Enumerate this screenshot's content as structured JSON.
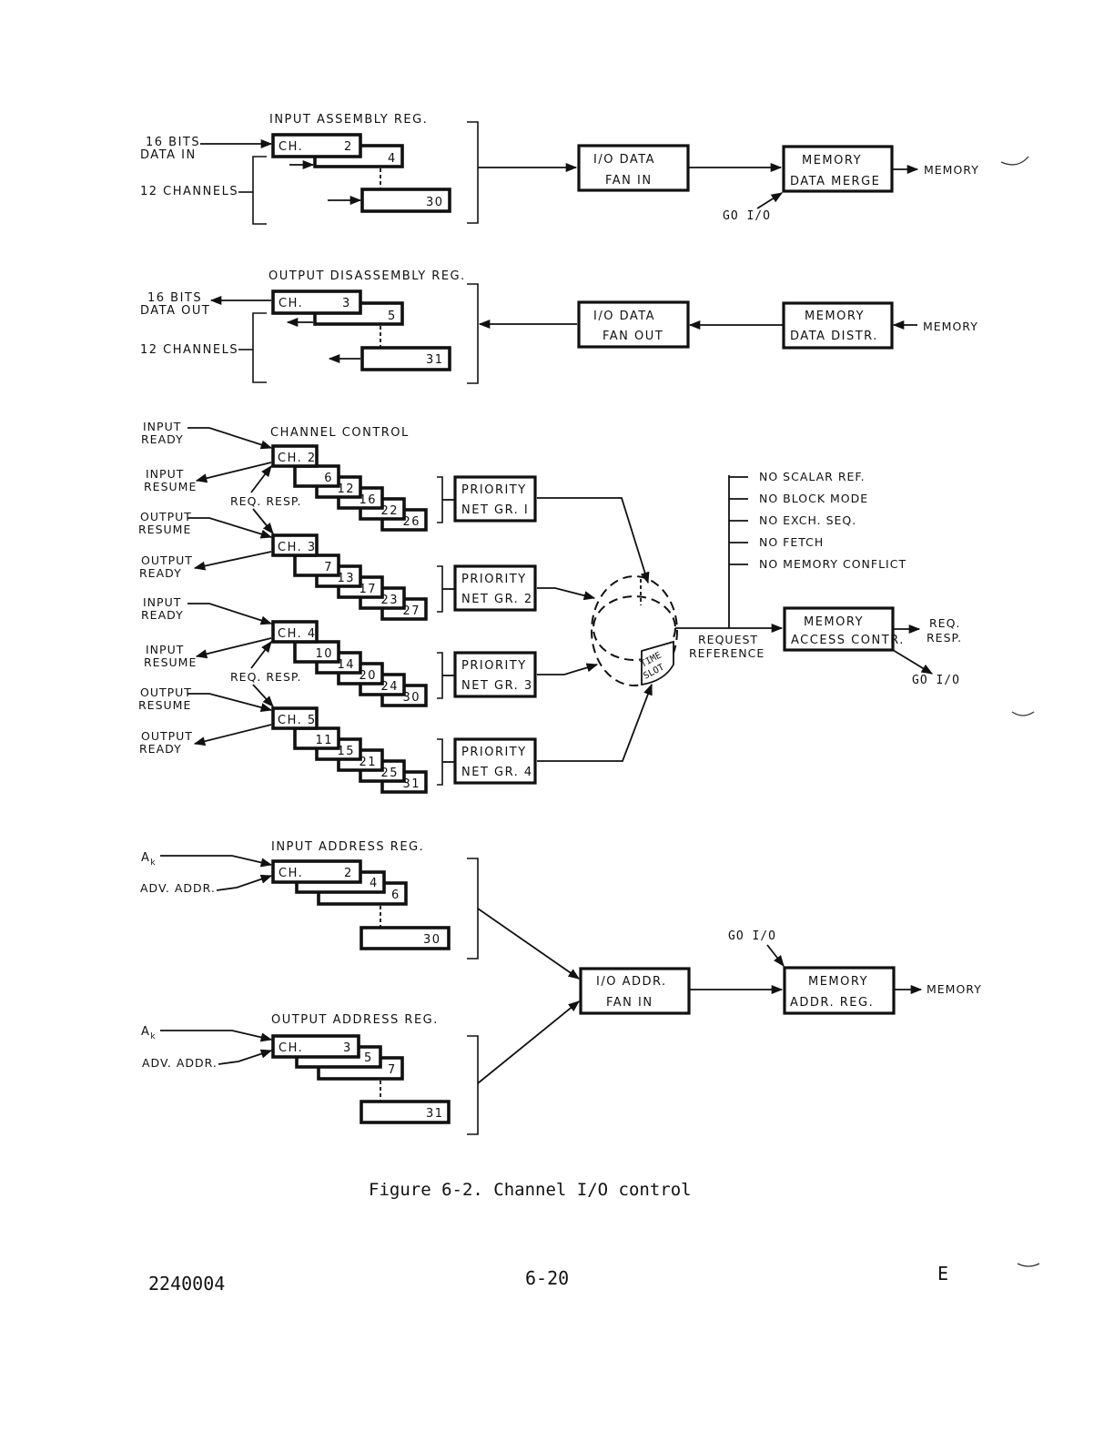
{
  "figure": {
    "caption": "Figure 6-2.  Channel I/O control",
    "footer": {
      "doc_number": "2240004",
      "page_number": "6-20",
      "revision": "E"
    }
  },
  "input_assembly": {
    "title": "INPUT ASSEMBLY REG.",
    "input_label_line1": "16 BITS",
    "input_label_line2": "DATA IN",
    "channels_label": "12 CHANNELS",
    "registers": [
      {
        "prefix": "CH.",
        "number": "2"
      },
      {
        "prefix": "",
        "number": "4"
      },
      {
        "prefix": "",
        "number": "30"
      }
    ],
    "fan_block": {
      "line1": "I/O  DATA",
      "line2": "FAN  IN"
    },
    "memory_block": {
      "line1": "MEMORY",
      "line2": "DATA  MERGE"
    },
    "go_label": "GO I/O",
    "output_label": "MEMORY"
  },
  "output_disassembly": {
    "title": "OUTPUT DISASSEMBLY REG.",
    "output_label_line1": "16 BITS",
    "output_label_line2": "DATA OUT",
    "channels_label": "12 CHANNELS",
    "registers": [
      {
        "prefix": "CH.",
        "number": "3"
      },
      {
        "prefix": "",
        "number": "5"
      },
      {
        "prefix": "",
        "number": "31"
      }
    ],
    "fan_block": {
      "line1": "I/O  DATA",
      "line2": "FAN  OUT"
    },
    "memory_block": {
      "line1": "MEMORY",
      "line2": "DATA  DISTR."
    },
    "input_label": "MEMORY"
  },
  "channel_control": {
    "title": "CHANNEL CONTROL",
    "signal_labels": {
      "input_ready": [
        "INPUT",
        "READY"
      ],
      "input_resume": [
        "INPUT",
        "RESUME"
      ],
      "output_resume": [
        "OUTPUT",
        "RESUME"
      ],
      "output_ready": [
        "OUTPUT",
        "READY"
      ],
      "req_resp": "REQ. RESP."
    },
    "groups": [
      {
        "first": "CH. 2",
        "steps": [
          "6",
          "12",
          "16",
          "22",
          "26"
        ],
        "priority": [
          "PRIORITY",
          "NET  GR. I"
        ]
      },
      {
        "first": "CH. 3",
        "steps": [
          "7",
          "13",
          "17",
          "23",
          "27"
        ],
        "priority": [
          "PRIORITY",
          "NET  GR. 2"
        ]
      },
      {
        "first": "CH. 4",
        "steps": [
          "10",
          "14",
          "20",
          "24",
          "30"
        ],
        "priority": [
          "PRIORITY",
          "NET  GR. 3"
        ]
      },
      {
        "first": "CH. 5",
        "steps": [
          "11",
          "15",
          "21",
          "25",
          "31"
        ],
        "priority": [
          "PRIORITY",
          "NET  GR. 4"
        ]
      }
    ],
    "time_slot_label": [
      "TIME",
      "SLOT"
    ],
    "conditions": [
      "NO  SCALAR  REF.",
      "NO  BLOCK  MODE",
      "NO  EXCH.  SEQ.",
      "NO  FETCH",
      "NO  MEMORY  CONFLICT"
    ],
    "request_label": [
      "REQUEST",
      "REFERENCE"
    ],
    "memory_access_block": {
      "line1": "MEMORY",
      "line2": "ACCESS CONTR."
    },
    "req_resp_out": [
      "REQ.",
      "RESP."
    ],
    "go_label": "GO  I/O"
  },
  "address": {
    "input_title": "INPUT  ADDRESS  REG.",
    "output_title": "OUTPUT  ADDRESS  REG.",
    "ak_label": "A",
    "ak_subscript": "k",
    "adv_addr_label": "ADV.  ADDR.",
    "input_registers": [
      {
        "prefix": "CH.",
        "number": "2"
      },
      {
        "prefix": "",
        "number": "4"
      },
      {
        "prefix": "",
        "number": "6"
      },
      {
        "prefix": "",
        "number": "30"
      }
    ],
    "output_registers": [
      {
        "prefix": "CH.",
        "number": "3"
      },
      {
        "prefix": "",
        "number": "5"
      },
      {
        "prefix": "",
        "number": "7"
      },
      {
        "prefix": "",
        "number": "31"
      }
    ],
    "fan_block": {
      "line1": "I/O  ADDR.",
      "line2": "FAN   IN"
    },
    "memory_block": {
      "line1": "MEMORY",
      "line2": "ADDR.     REG."
    },
    "go_label": "GO  I/O",
    "output_label": "MEMORY"
  }
}
